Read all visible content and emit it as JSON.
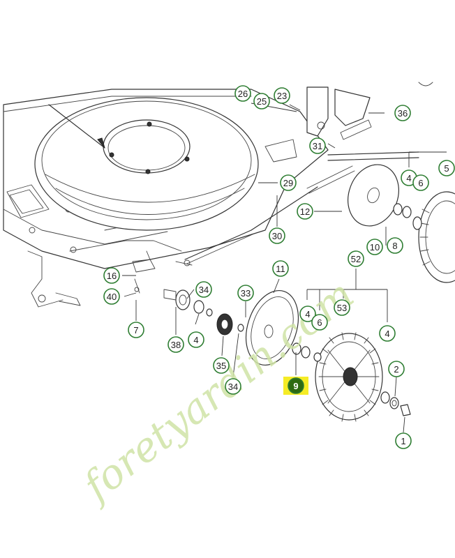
{
  "diagram": {
    "watermark": "foretyardin.com",
    "colors": {
      "label_ring": "#2e7d32",
      "highlight_fill": "#2e6b12",
      "highlight_bg": "#f5ec26",
      "watermark": "#cfe3a6",
      "watermark_accent": "#f2c9a0"
    },
    "labels": [
      {
        "id": "26a",
        "text": "26"
      },
      {
        "id": "25a",
        "text": "25"
      },
      {
        "id": "23a",
        "text": "23"
      },
      {
        "id": "36a",
        "text": "36"
      },
      {
        "id": "31a",
        "text": "31"
      },
      {
        "id": "29a",
        "text": "29"
      },
      {
        "id": "4a",
        "text": "4"
      },
      {
        "id": "6a",
        "text": "6"
      },
      {
        "id": "5a",
        "text": "5"
      },
      {
        "id": "12a",
        "text": "12"
      },
      {
        "id": "30a",
        "text": "30"
      },
      {
        "id": "10a",
        "text": "10"
      },
      {
        "id": "8a",
        "text": "8"
      },
      {
        "id": "52a",
        "text": "52"
      },
      {
        "id": "11a",
        "text": "11"
      },
      {
        "id": "16a",
        "text": "16"
      },
      {
        "id": "40a",
        "text": "40"
      },
      {
        "id": "34a",
        "text": "34"
      },
      {
        "id": "33a",
        "text": "33"
      },
      {
        "id": "4b",
        "text": "4"
      },
      {
        "id": "53a",
        "text": "53"
      },
      {
        "id": "6b",
        "text": "6"
      },
      {
        "id": "7a",
        "text": "7"
      },
      {
        "id": "4c",
        "text": "4"
      },
      {
        "id": "38a",
        "text": "38"
      },
      {
        "id": "4d",
        "text": "4"
      },
      {
        "id": "35a",
        "text": "35"
      },
      {
        "id": "2a",
        "text": "2"
      },
      {
        "id": "34b",
        "text": "34"
      },
      {
        "id": "1a",
        "text": "1"
      },
      {
        "id": "9a",
        "text": "9"
      }
    ],
    "highlighted_label": "9a"
  }
}
